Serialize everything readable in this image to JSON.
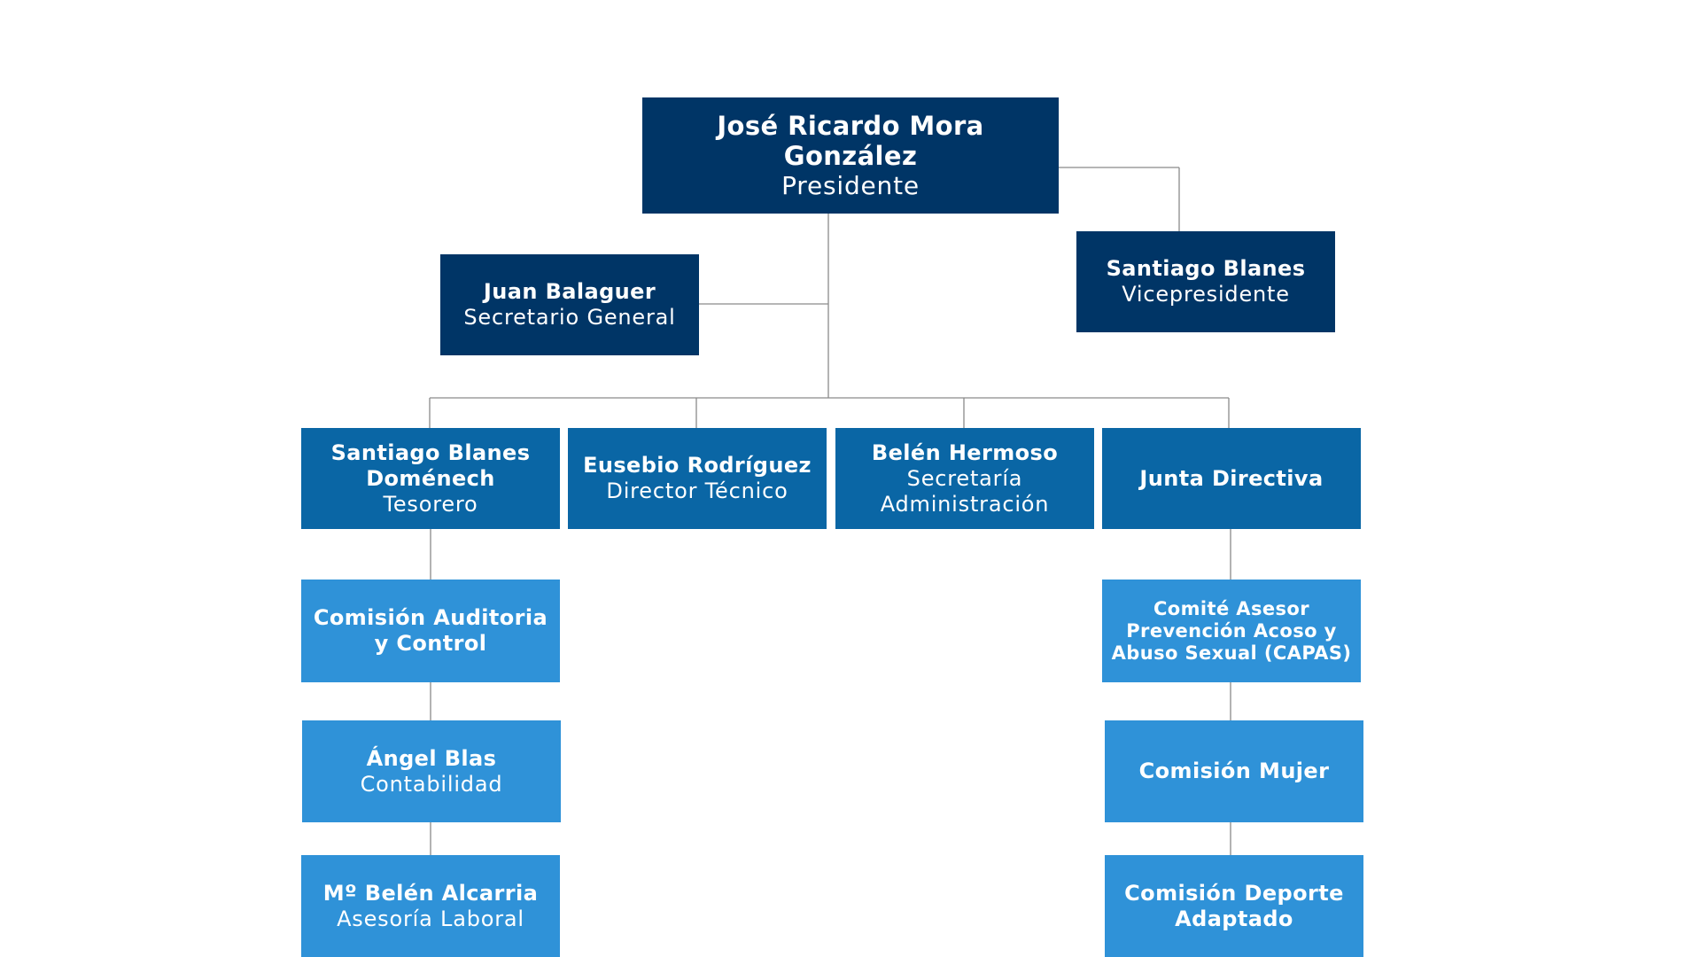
{
  "president": {
    "name": "José Ricardo Mora González",
    "role": "Presidente"
  },
  "vicepresident": {
    "name": "Santiago Blanes",
    "role": "Vicepresidente"
  },
  "secretary_general": {
    "name": "Juan Balaguer",
    "role": "Secretario General"
  },
  "treasurer": {
    "name": "Santiago Blanes Doménech",
    "role": "Tesorero"
  },
  "technical_director": {
    "name": "Eusebio Rodríguez",
    "role": "Director Técnico"
  },
  "admin_secretary": {
    "name": "Belén Hermoso",
    "role": "Secretaría Administración"
  },
  "board": {
    "name": "Junta Directiva"
  },
  "audit_commission": {
    "name": "Comisión Auditoria y Control"
  },
  "accounting": {
    "name": "Ángel Blas",
    "role": "Contabilidad"
  },
  "labor_advisory": {
    "name": "Mº Belén Alcarria",
    "role": "Asesoría Laboral"
  },
  "capas": {
    "name": "Comité Asesor Prevención Acoso y Abuso Sexual (CAPAS)"
  },
  "women_commission": {
    "name": "Comisión Mujer"
  },
  "adapted_sport_commission": {
    "name": "Comisión Deporte Adaptado"
  },
  "colors": {
    "level1": "#003566",
    "level2": "#0a66a5",
    "level3": "#2f92d8",
    "connector": "#8a8a8a"
  }
}
